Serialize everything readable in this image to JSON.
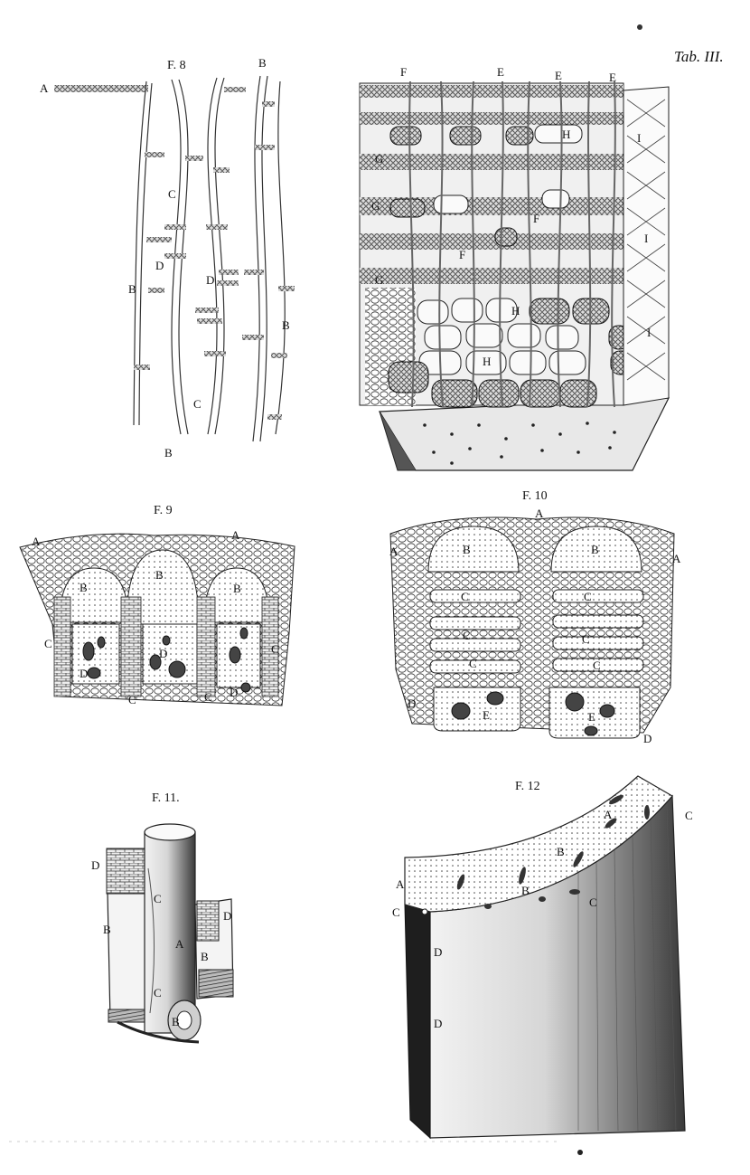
{
  "plate_title": "Tab. III.",
  "figures": {
    "f8": {
      "caption": "F. 8",
      "labels": [
        "A",
        "B",
        "B",
        "C",
        "D",
        "D",
        "B",
        "B",
        "C",
        "B"
      ]
    },
    "f_block": {
      "labels": [
        "F",
        "E",
        "E",
        "E",
        "H",
        "G",
        "G",
        "F",
        "F",
        "G",
        "H",
        "H",
        "I",
        "I",
        "I"
      ]
    },
    "f9": {
      "caption": "F. 9",
      "labels": [
        "A",
        "A",
        "B",
        "B",
        "B",
        "C",
        "D",
        "D",
        "C",
        "C",
        "C",
        "D"
      ]
    },
    "f10": {
      "caption": "F. 10",
      "labels": [
        "A",
        "A",
        "A",
        "B",
        "B",
        "C",
        "C",
        "C",
        "C",
        "C",
        "C",
        "E",
        "E",
        "D",
        "D"
      ]
    },
    "f11": {
      "caption": "F. 11.",
      "labels": [
        "D",
        "C",
        "B",
        "A",
        "D",
        "B",
        "C",
        "B"
      ]
    },
    "f12": {
      "caption": "F. 12",
      "labels": [
        "C",
        "A",
        "B",
        "B",
        "A",
        "C",
        "C",
        "D",
        "D"
      ]
    }
  }
}
